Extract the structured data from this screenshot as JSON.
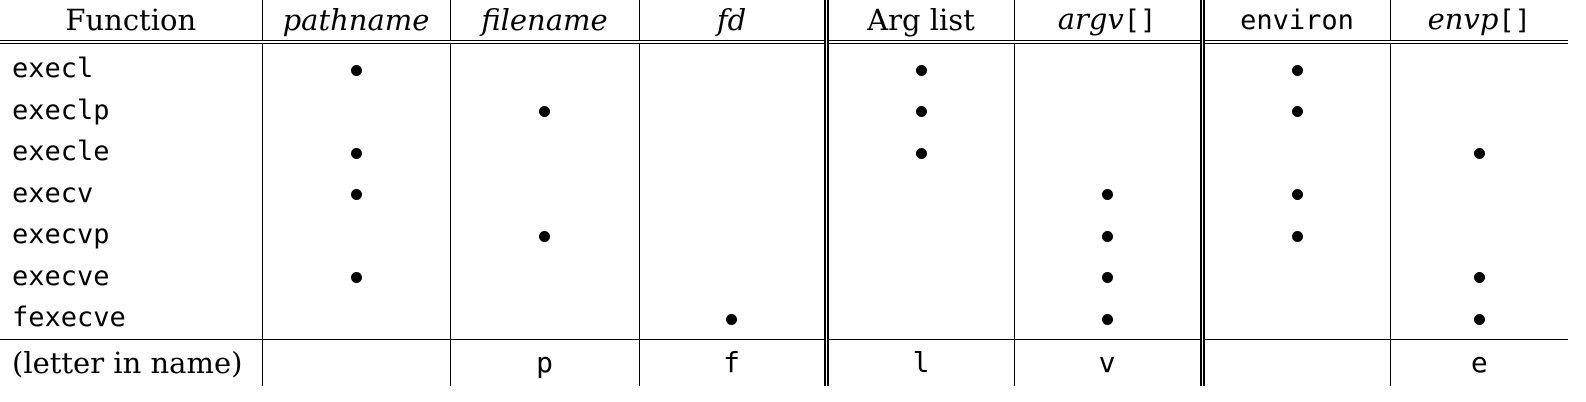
{
  "table": {
    "header": {
      "function": "Function",
      "pathname": "pathname",
      "filename": "filename",
      "fd": "fd",
      "arg_list": "Arg list",
      "argv_name": "argv",
      "argv_brackets": "[]",
      "environ": "environ",
      "envp_name": "envp",
      "envp_brackets": "[]"
    },
    "rows": [
      {
        "name": "execl",
        "pathname": true,
        "filename": false,
        "fd": false,
        "arg_list": true,
        "argv": false,
        "environ": true,
        "envp": false
      },
      {
        "name": "execlp",
        "pathname": false,
        "filename": true,
        "fd": false,
        "arg_list": true,
        "argv": false,
        "environ": true,
        "envp": false
      },
      {
        "name": "execle",
        "pathname": true,
        "filename": false,
        "fd": false,
        "arg_list": true,
        "argv": false,
        "environ": false,
        "envp": true
      },
      {
        "name": "execv",
        "pathname": true,
        "filename": false,
        "fd": false,
        "arg_list": false,
        "argv": true,
        "environ": true,
        "envp": false
      },
      {
        "name": "execvp",
        "pathname": false,
        "filename": true,
        "fd": false,
        "arg_list": false,
        "argv": true,
        "environ": true,
        "envp": false
      },
      {
        "name": "execve",
        "pathname": true,
        "filename": false,
        "fd": false,
        "arg_list": false,
        "argv": true,
        "environ": false,
        "envp": true
      },
      {
        "name": "fexecve",
        "pathname": false,
        "filename": false,
        "fd": true,
        "arg_list": false,
        "argv": true,
        "environ": false,
        "envp": true
      }
    ],
    "footer": {
      "label": "(letter in name)",
      "pathname": "",
      "filename": "p",
      "fd": "f",
      "arg_list": "l",
      "argv": "v",
      "environ": "",
      "envp": "e"
    }
  }
}
